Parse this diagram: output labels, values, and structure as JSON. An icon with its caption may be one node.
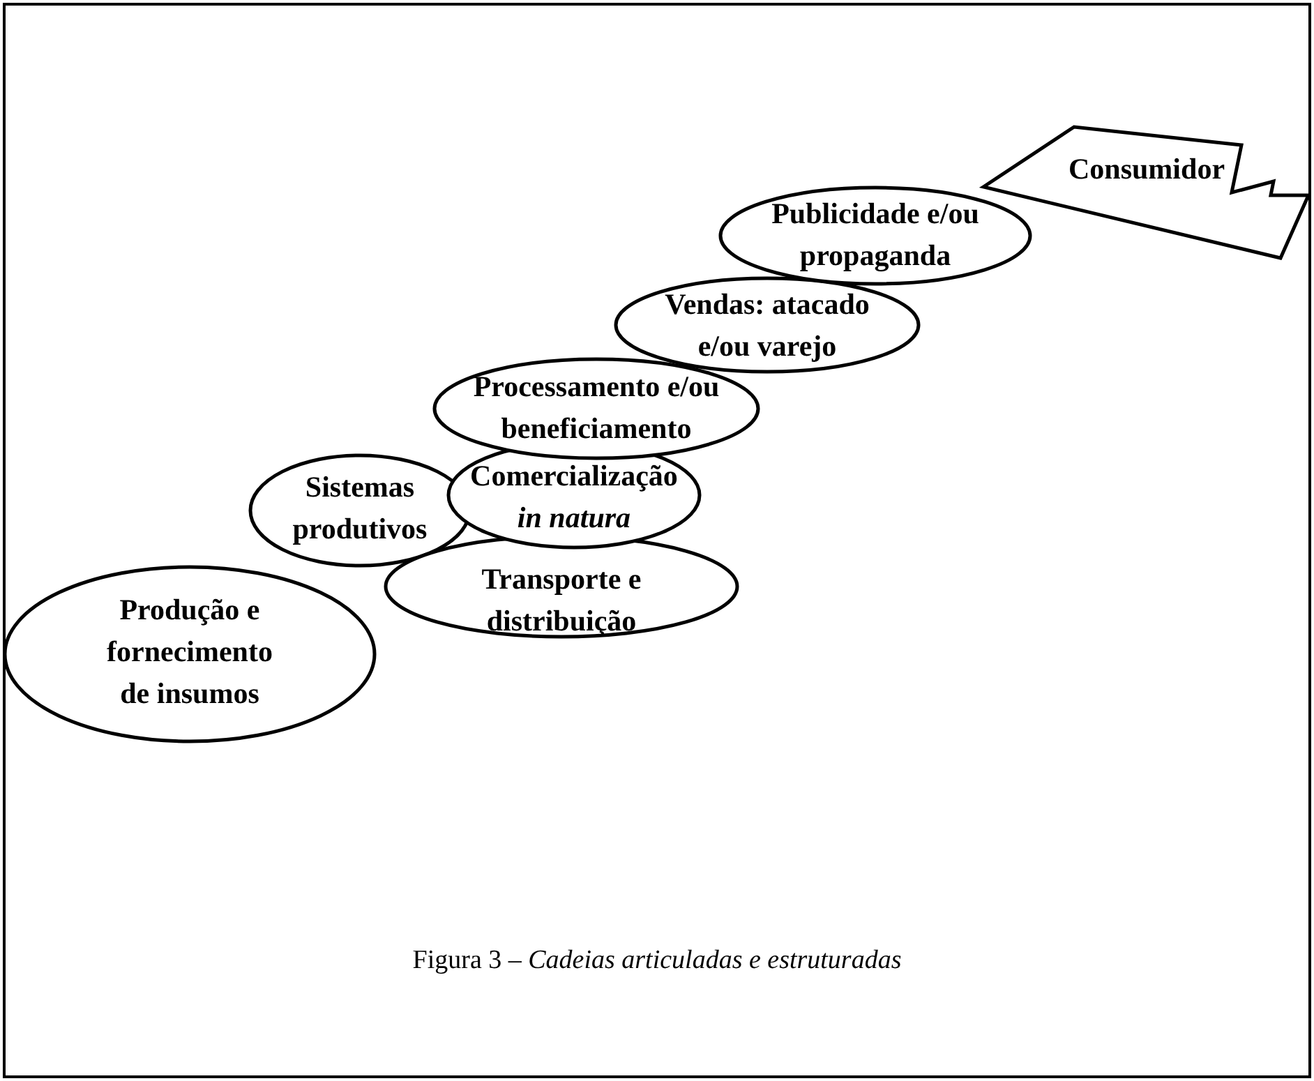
{
  "diagram": {
    "caption": "Figura 3 – *Cadeias articuladas e estruturadas*",
    "nodes": [
      {
        "text": [
          "Consumidor"
        ]
      },
      {
        "text": [
          "Publicidade e/ou propaganda"
        ]
      },
      {
        "text": [
          "Vendas: atacado e/ou varejo"
        ]
      },
      {
        "text": [
          "Processamento e/ou beneficiamento"
        ]
      },
      {
        "text": [
          "Comercialização *in natura*"
        ]
      },
      {
        "text": [
          "Transporte e distribuição"
        ]
      },
      {
        "text": [
          "Sistemas produtivos"
        ]
      },
      {
        "text": [
          "Produção e fornecimento de insumos"
        ]
      }
    ],
    "edges": []
  }
}
